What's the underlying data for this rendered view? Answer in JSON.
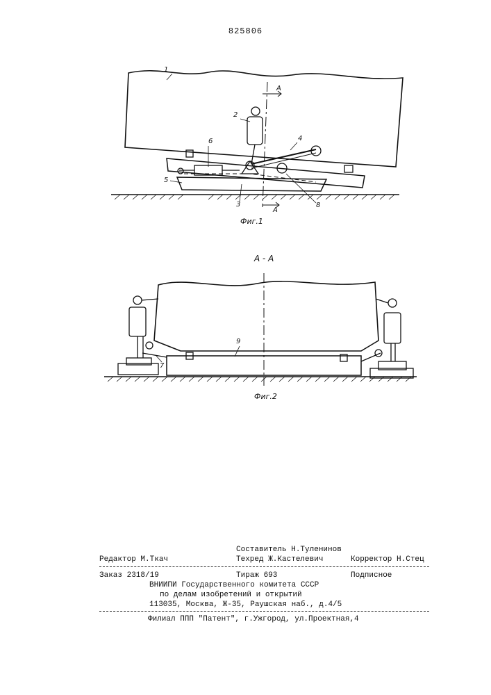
{
  "document": {
    "patent_number": "825806",
    "fig1": {
      "caption": "Фиг.1",
      "labels": [
        "1",
        "2",
        "3",
        "4",
        "5",
        "6",
        "8"
      ],
      "section_mark": "А"
    },
    "fig2": {
      "section_title": "А - А",
      "caption": "Фиг.2",
      "labels": [
        "7",
        "9"
      ]
    }
  },
  "footer": {
    "composer": "Составитель Н.Туленинов",
    "editor": "Редактор М.Ткач",
    "techred": "Техред Ж.Кастелевич",
    "corrector": "Корректор Н.Стец",
    "order": "Заказ 2318/19",
    "circulation": "Тираж 693",
    "subscription": "Подписное",
    "org_line1": "ВНИИПИ Государственного комитета СССР",
    "org_line2": "по делам изобретений и открытий",
    "address": "113035, Москва, Ж-35, Раушская наб., д.4/5",
    "branch": "Филиал ППП \"Патент\", г.Ужгород, ул.Проектная,4"
  }
}
